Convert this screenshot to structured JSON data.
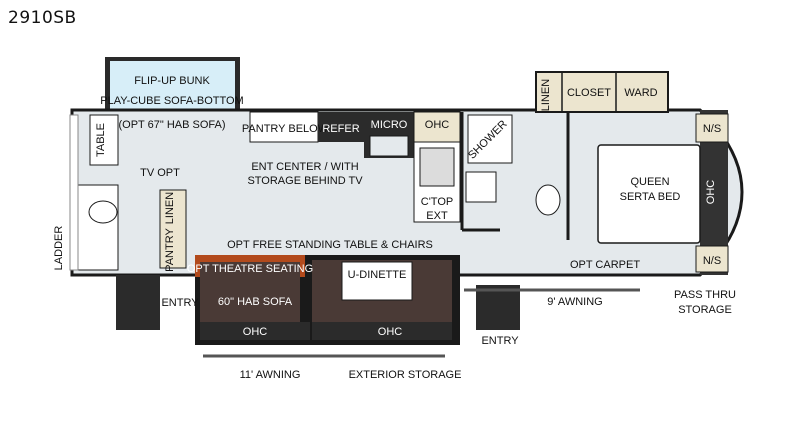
{
  "model_name": "2910SB",
  "labels": {
    "flip_bunk": "FLIP-UP BUNK",
    "play_cube": "PLAY-CUBE SOFA-BOTTOM",
    "opt_sofa": "(OPT 67\" HAB SOFA)",
    "table": "TABLE",
    "tv_opt": "TV OPT",
    "pantry_below": "PANTRY BELOW",
    "refer": "REFER",
    "micro": "MICRO",
    "ohc_kitchen": "OHC",
    "ent_center_1": "ENT CENTER / WITH",
    "ent_center_2": "STORAGE BEHIND TV",
    "linen_left": "LINEN",
    "pantry": "PANTRY",
    "ladder": "LADDER",
    "ctop_1": "C'TOP",
    "ctop_2": "EXT",
    "shower": "SHOWER",
    "linen_top": "LINEN",
    "closet": "CLOSET",
    "ward": "WARD",
    "ns_top": "N/S",
    "ns_bottom": "N/S",
    "ohc_bed": "OHC",
    "queen_1": "QUEEN",
    "queen_2": "SERTA BED",
    "opt_carpet": "OPT CARPET",
    "opt_table": "OPT FREE STANDING TABLE & CHAIRS",
    "opt_theatre": "OPT THEATRE SEATING",
    "u_dinette": "U-DINETTE",
    "hab_sofa": "60\" HAB SOFA",
    "ohc_sofa": "OHC",
    "ohc_dinette": "OHC",
    "entry_left": "ENTRY",
    "entry_right": "ENTRY",
    "awning_11": "11' AWNING",
    "awning_9": "9' AWNING",
    "ext_storage": "EXTERIOR STORAGE",
    "pass_thru_1": "PASS THRU",
    "pass_thru_2": "STORAGE"
  },
  "colors": {
    "wall": "#1a1a1a",
    "floor": "#e4e9ec",
    "cabinet": "#ece5cf",
    "dark_cabinet": "#2b2b2b",
    "slide_floor": "#4a3a36",
    "accent_orange": "#b24a1c",
    "bunk_blue": "#d7eef8"
  }
}
